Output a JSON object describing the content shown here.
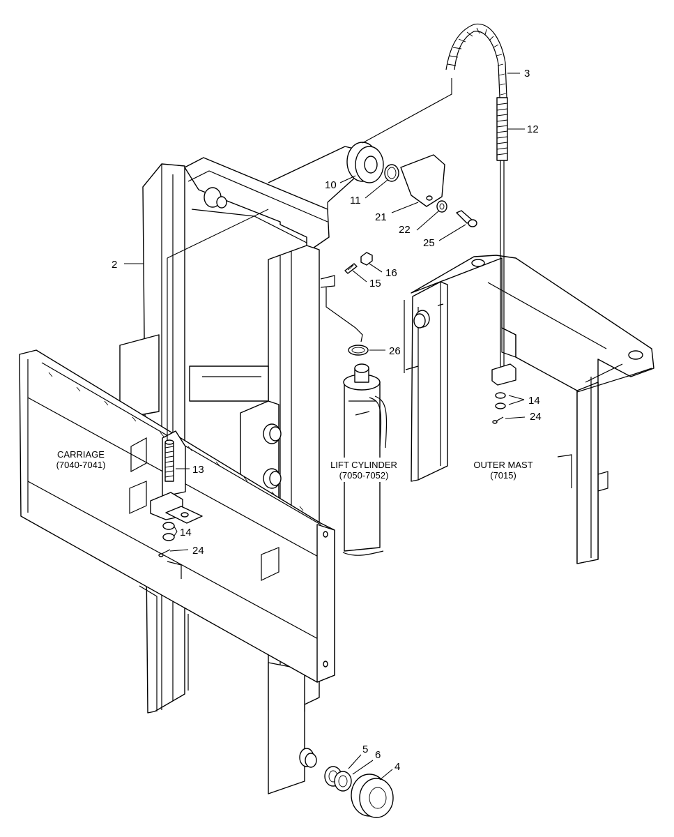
{
  "callouts": [
    {
      "id": "c2",
      "text": "2"
    },
    {
      "id": "c3",
      "text": "3"
    },
    {
      "id": "c4",
      "text": "4"
    },
    {
      "id": "c5",
      "text": "5"
    },
    {
      "id": "c6",
      "text": "6"
    },
    {
      "id": "c10",
      "text": "10"
    },
    {
      "id": "c11",
      "text": "11"
    },
    {
      "id": "c12",
      "text": "12"
    },
    {
      "id": "c13",
      "text": "13"
    },
    {
      "id": "c14a",
      "text": "14"
    },
    {
      "id": "c14b",
      "text": "14"
    },
    {
      "id": "c15",
      "text": "15"
    },
    {
      "id": "c16",
      "text": "16"
    },
    {
      "id": "c21",
      "text": "21"
    },
    {
      "id": "c22",
      "text": "22"
    },
    {
      "id": "c24a",
      "text": "24"
    },
    {
      "id": "c24b",
      "text": "24"
    },
    {
      "id": "c25",
      "text": "25"
    },
    {
      "id": "c26",
      "text": "26"
    }
  ],
  "assemblies": {
    "carriage": {
      "name": "CARRIAGE",
      "code": "(7040-7041)"
    },
    "lift_cylinder": {
      "name": "LIFT CYLINDER",
      "code": "(7050-7052)"
    },
    "outer_mast": {
      "name": "OUTER MAST",
      "code": "(7015)"
    }
  }
}
